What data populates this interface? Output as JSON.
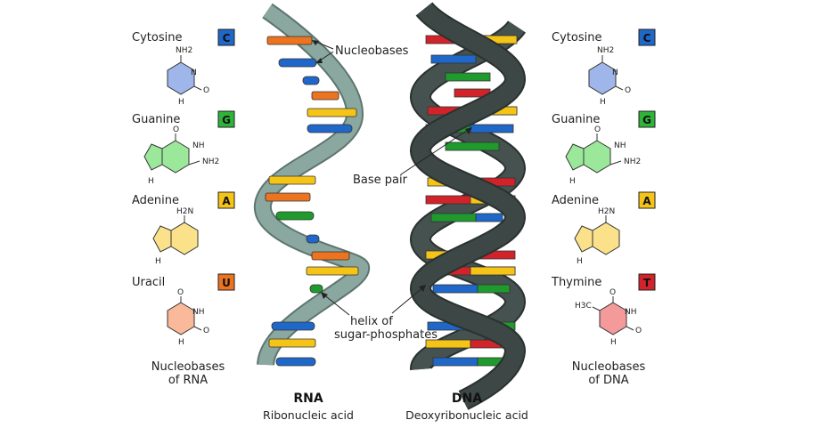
{
  "colors": {
    "cytosine": "#1f67c8",
    "guanine": "#1f9b2e",
    "adenine": "#f5c417",
    "uracil": "#ec7320",
    "thymine": "#d2232a",
    "rna_backbone": "#7e9a93",
    "dna_backbone": "#3a4442"
  },
  "rna_panel": {
    "bases": [
      {
        "name": "Cytosine",
        "letter": "C",
        "ring_label": "NH2"
      },
      {
        "name": "Guanine",
        "letter": "G",
        "ring_label": "NH2"
      },
      {
        "name": "Adenine",
        "letter": "A",
        "ring_label": "H2N"
      },
      {
        "name": "Uracil",
        "letter": "U",
        "ring_label": "O"
      }
    ],
    "caption_line1": "Nucleobases",
    "caption_line2": "of RNA"
  },
  "dna_panel": {
    "bases": [
      {
        "name": "Cytosine",
        "letter": "C",
        "ring_label": "NH2"
      },
      {
        "name": "Guanine",
        "letter": "G",
        "ring_label": "NH2"
      },
      {
        "name": "Adenine",
        "letter": "A",
        "ring_label": "H2N"
      },
      {
        "name": "Thymine",
        "letter": "T",
        "ring_label": "H3C"
      }
    ],
    "caption_line1": "Nucleobases",
    "caption_line2": "of DNA"
  },
  "annotations": {
    "nucleobases": "Nucleobases",
    "base_pair": "Base pair",
    "helix_line1": "helix of",
    "helix_line2": "sugar-phosphates"
  },
  "rna_title": "RNA",
  "rna_subtitle": "Ribonucleic acid",
  "dna_title": "DNA",
  "dna_subtitle": "Deoxyribonucleic acid",
  "mol_atoms": {
    "n": "N",
    "h": "H",
    "o": "O",
    "nh": "NH",
    "nh2": "NH2"
  }
}
